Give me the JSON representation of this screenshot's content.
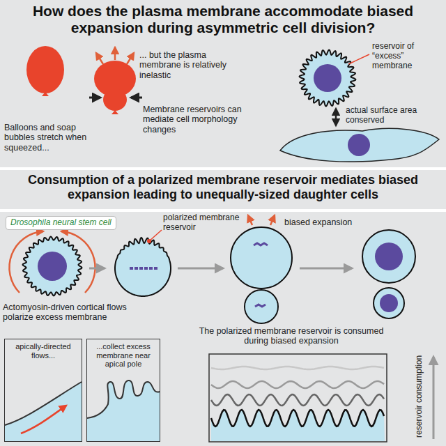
{
  "diagram": {
    "title": "How does the plasma membrane accommodate biased expansion during asymmetric cell division?",
    "nodes": [
      {
        "text": [
          "Drosophila neural stem cell"
        ]
      },
      {
        "text": [
          "apically-directed flows..."
        ]
      },
      {
        "text": [
          "...collect excess membrane near apical pole"
        ]
      }
    ],
    "labels": [
      "Balloons and soap bubbles stretch when squeezed...",
      "... but the plasma membrane is relatively inelastic",
      "reservoir of “excess” membrane",
      "Membrane reservoirs can mediate cell morphology changes",
      "actual surface area conserved",
      "Consumption of a polarized membrane reservoir mediates biased expansion leading to unequally-sized daughter cells",
      "polarized membrane reservoir",
      "biased expansion",
      "Actomyosin-driven cortical flows polarize excess membrane",
      "The polarized membrane reservoir is consumed during biased expansion",
      "reservoir consumption"
    ]
  }
}
